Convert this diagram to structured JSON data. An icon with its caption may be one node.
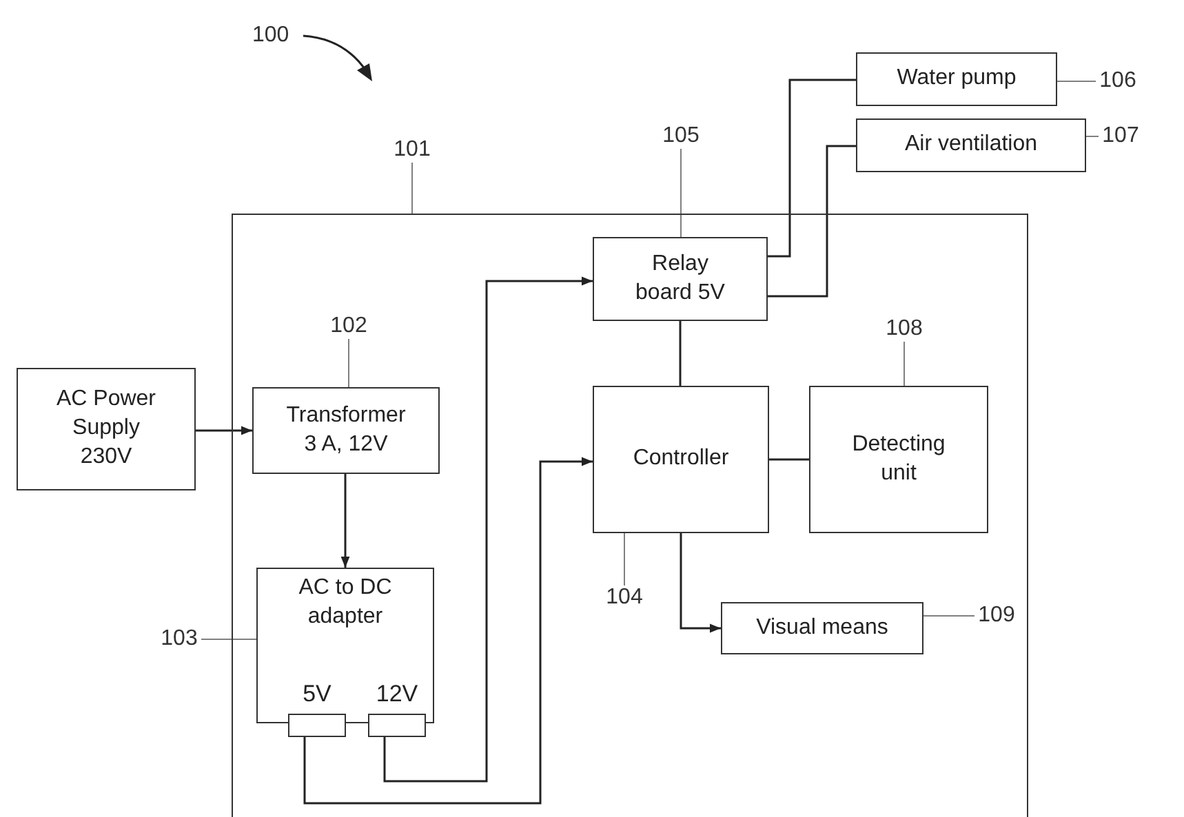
{
  "diagram": {
    "nodes": [
      {
        "text": [],
        "shape": "box"
      },
      {
        "text": [
          "AC Power Supply 230V"
        ]
      },
      {
        "text": [
          "Transformer 3 A, 12V"
        ],
        "in": 0
      },
      {
        "text": [
          "AC to DC adapter"
        ],
        "in": 0
      },
      {
        "text": [],
        "shape": "box",
        "in": 3,
        "beside": [
          "5V"
        ]
      },
      {
        "text": [],
        "shape": "box",
        "in": 3,
        "beside": [
          "12V"
        ]
      },
      {
        "text": [
          "Relay board 5V"
        ],
        "in": 0
      },
      {
        "text": [
          "Controller"
        ],
        "in": 0
      },
      {
        "text": [
          "Detecting unit"
        ],
        "in": 0
      },
      {
        "text": [
          "Visual means"
        ],
        "in": 0
      },
      {
        "text": [
          "Water pump"
        ]
      },
      {
        "text": [
          "Air ventilation"
        ]
      },
      {
        "text": [
          "101"
        ]
      },
      {
        "text": [
          "102"
        ],
        "in": 0
      },
      {
        "text": [
          "103"
        ]
      },
      {
        "text": [
          "104"
        ],
        "in": 0
      },
      {
        "text": [
          "105"
        ]
      },
      {
        "text": [
          "106"
        ]
      },
      {
        "text": [
          "107"
        ]
      },
      {
        "text": [
          "108"
        ],
        "in": 0
      },
      {
        "text": [
          "109"
        ],
        "in": 0
      }
    ],
    "edges": [
      {
        "from": 1,
        "to": 2,
        "arrow": "to"
      },
      {
        "from": 2,
        "to": 3,
        "arrow": "to"
      },
      {
        "from": 5,
        "to": 6,
        "arrow": "to"
      },
      {
        "from": 4,
        "to": 7,
        "arrow": "to"
      },
      {
        "from": 6,
        "to": 7,
        "arrow": "none"
      },
      {
        "from": 7,
        "to": 8,
        "arrow": "none"
      },
      {
        "from": 7,
        "to": 9,
        "arrow": "to"
      },
      {
        "from": 6,
        "to": 10,
        "arrow": "none"
      },
      {
        "from": 6,
        "to": 11,
        "arrow": "none"
      },
      {
        "from": 12,
        "to": 0,
        "arrow": "none",
        "color": "#808080"
      },
      {
        "from": 13,
        "to": 2,
        "arrow": "none",
        "color": "#808080"
      },
      {
        "from": 14,
        "to": 3,
        "arrow": "none",
        "color": "#808080"
      },
      {
        "from": 15,
        "to": 7,
        "arrow": "none",
        "color": "#808080"
      },
      {
        "from": 16,
        "to": 6,
        "arrow": "none",
        "color": "#808080"
      },
      {
        "from": 17,
        "to": 10,
        "arrow": "none",
        "color": "#808080"
      },
      {
        "from": 18,
        "to": 11,
        "arrow": "none",
        "color": "#808080"
      },
      {
        "from": 19,
        "to": 8,
        "arrow": "none",
        "color": "#808080"
      },
      {
        "from": 20,
        "to": 9,
        "arrow": "none",
        "color": "#808080"
      }
    ],
    "labels": [
      "100"
    ]
  }
}
